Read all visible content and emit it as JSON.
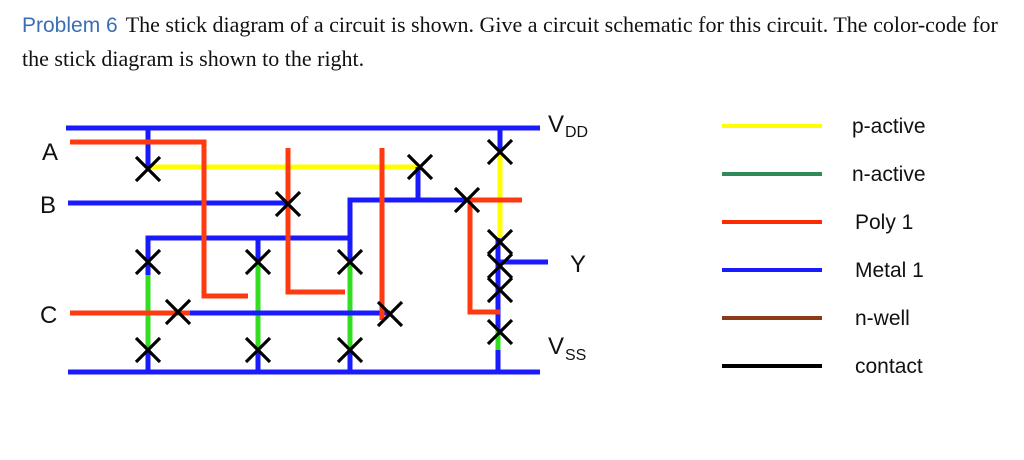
{
  "problem": {
    "tag": "Problem 6",
    "text": "The stick diagram of a circuit is shown.  Give a circuit schematic for this circuit.  The color-code for the stick diagram is shown to the right."
  },
  "diagram": {
    "labels": {
      "a": "A",
      "b": "B",
      "c": "C",
      "y": "Y",
      "vdd_main": "V",
      "vdd_sub": "DD",
      "vss_main": "V",
      "vss_sub": "SS"
    }
  },
  "legend": [
    {
      "label": "p-active",
      "color": "#ffff00"
    },
    {
      "label": "n-active",
      "color": "#2e8b57"
    },
    {
      "label": "Poly 1",
      "color": "#ff2a00"
    },
    {
      "label": "Metal 1",
      "color": "#1a1aff"
    },
    {
      "label": "n-well",
      "color": "#8b3a1a"
    },
    {
      "label": "contact",
      "color": "#000000"
    }
  ],
  "colors": {
    "metal": "#1a1aff",
    "poly": "#ff3a10",
    "p_active": "#ffff00",
    "n_active": "#33dd22",
    "contact": "#000000"
  }
}
